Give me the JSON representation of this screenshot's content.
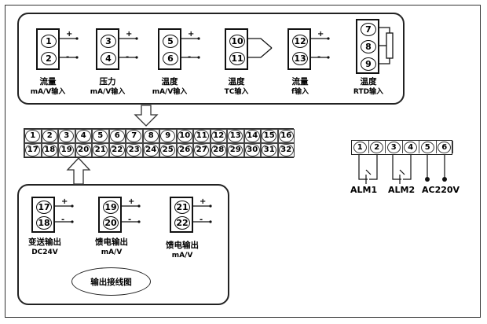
{
  "input_group": {
    "terminals": [
      {
        "top": "1",
        "bottom": "2",
        "label1": "流量",
        "label2": "mA/V输入"
      },
      {
        "top": "3",
        "bottom": "4",
        "label1": "压力",
        "label2": "mA/V输入"
      },
      {
        "top": "5",
        "bottom": "6",
        "label1": "温度",
        "label2": "mA/V输入"
      },
      {
        "top": "10",
        "bottom": "11",
        "label1": "温度",
        "label2": "TC输入"
      },
      {
        "top": "12",
        "bottom": "13",
        "label1": "流量",
        "label2": "f输入"
      }
    ],
    "rtd": {
      "t1": "7",
      "t2": "8",
      "t3": "9",
      "label1": "温度",
      "label2": "RTD输入"
    },
    "plus": "+",
    "minus": "-"
  },
  "strip": {
    "row1": [
      "1",
      "2",
      "3",
      "4",
      "5",
      "6",
      "7",
      "8",
      "9",
      "10",
      "11",
      "12",
      "13",
      "14",
      "15",
      "16"
    ],
    "row2": [
      "17",
      "18",
      "19",
      "20",
      "21",
      "22",
      "23",
      "24",
      "25",
      "26",
      "27",
      "28",
      "29",
      "30",
      "31",
      "32"
    ]
  },
  "output_group": {
    "terminals": [
      {
        "top": "17",
        "bottom": "18",
        "label1": "变送输出",
        "label2": "DC24V"
      },
      {
        "top": "19",
        "bottom": "20",
        "label1": "馈电输出",
        "label2": "mA/V"
      },
      {
        "top": "21",
        "bottom": "22",
        "label1": "馈电输出",
        "label2": "mA/V"
      }
    ],
    "plus": "+",
    "minus": "-",
    "caption": "输出接线图"
  },
  "alarm": {
    "terminals": [
      "1",
      "2",
      "3",
      "4",
      "5",
      "6"
    ],
    "labels": [
      "ALM1",
      "ALM2",
      "AC220V"
    ]
  }
}
